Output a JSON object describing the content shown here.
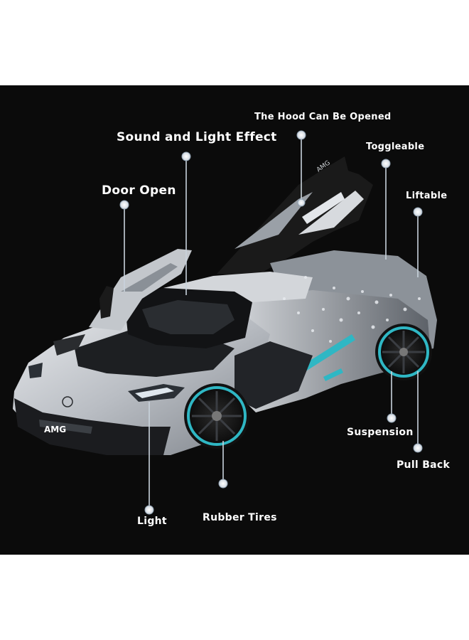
{
  "callouts": {
    "hood": "The Hood Can Be Opened",
    "sound_light": "Sound and Light Effect",
    "toggleable": "Toggleable",
    "door_open": "Door Open",
    "liftable": "Liftable",
    "suspension": "Suspension",
    "pull_back": "Pull Back",
    "light": "Light",
    "rubber_tires": "Rubber Tires"
  },
  "badges": {
    "front_logo": "AMG",
    "wing_logo": "AMG"
  },
  "colors": {
    "background": "#0b0b0b",
    "car_body": "#c9ccd1",
    "accent": "#2fb7c4",
    "callout_line": "#c9d3dc"
  }
}
